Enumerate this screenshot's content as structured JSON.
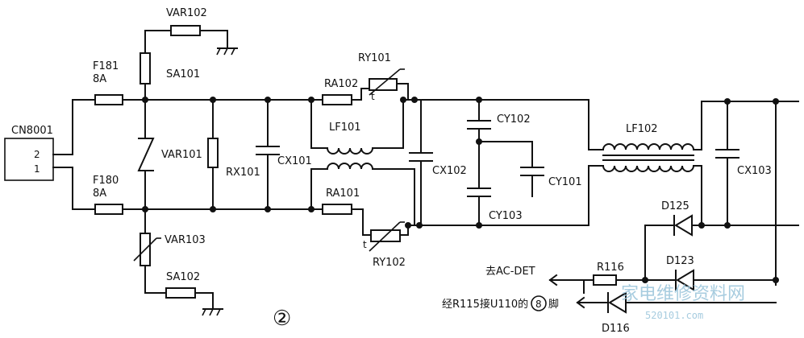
{
  "labels": {
    "connector": "CN8001",
    "pin2": "2",
    "pin1": "1",
    "fuse_top": "F181",
    "fuse_top_rating": "8A",
    "fuse_bottom": "F180",
    "fuse_bottom_rating": "8A",
    "var102": "VAR102",
    "sa101": "SA101",
    "var101": "VAR101",
    "var103": "VAR103",
    "sa102": "SA102",
    "rx101": "RX101",
    "cx101": "CX101",
    "ra102": "RA102",
    "ry101": "RY101",
    "lf101": "LF101",
    "ra101": "RA101",
    "ry102": "RY102",
    "cx102": "CX102",
    "cy102": "CY102",
    "cy101": "CY101",
    "cy103": "CY103",
    "lf102": "LF102",
    "cx103": "CX103",
    "d125": "D125",
    "d123": "D123",
    "r116": "R116",
    "d116": "D116",
    "to_ac_det": "去AC-DET",
    "via_r115_prefix": "经R115接U110的",
    "pin_number": "8",
    "via_r115_suffix": "脚",
    "thermistor_t1": "t",
    "thermistor_t2": "t",
    "figure_number": "②"
  },
  "watermark": {
    "text": "家电维修资料网",
    "url": "520101.com"
  }
}
